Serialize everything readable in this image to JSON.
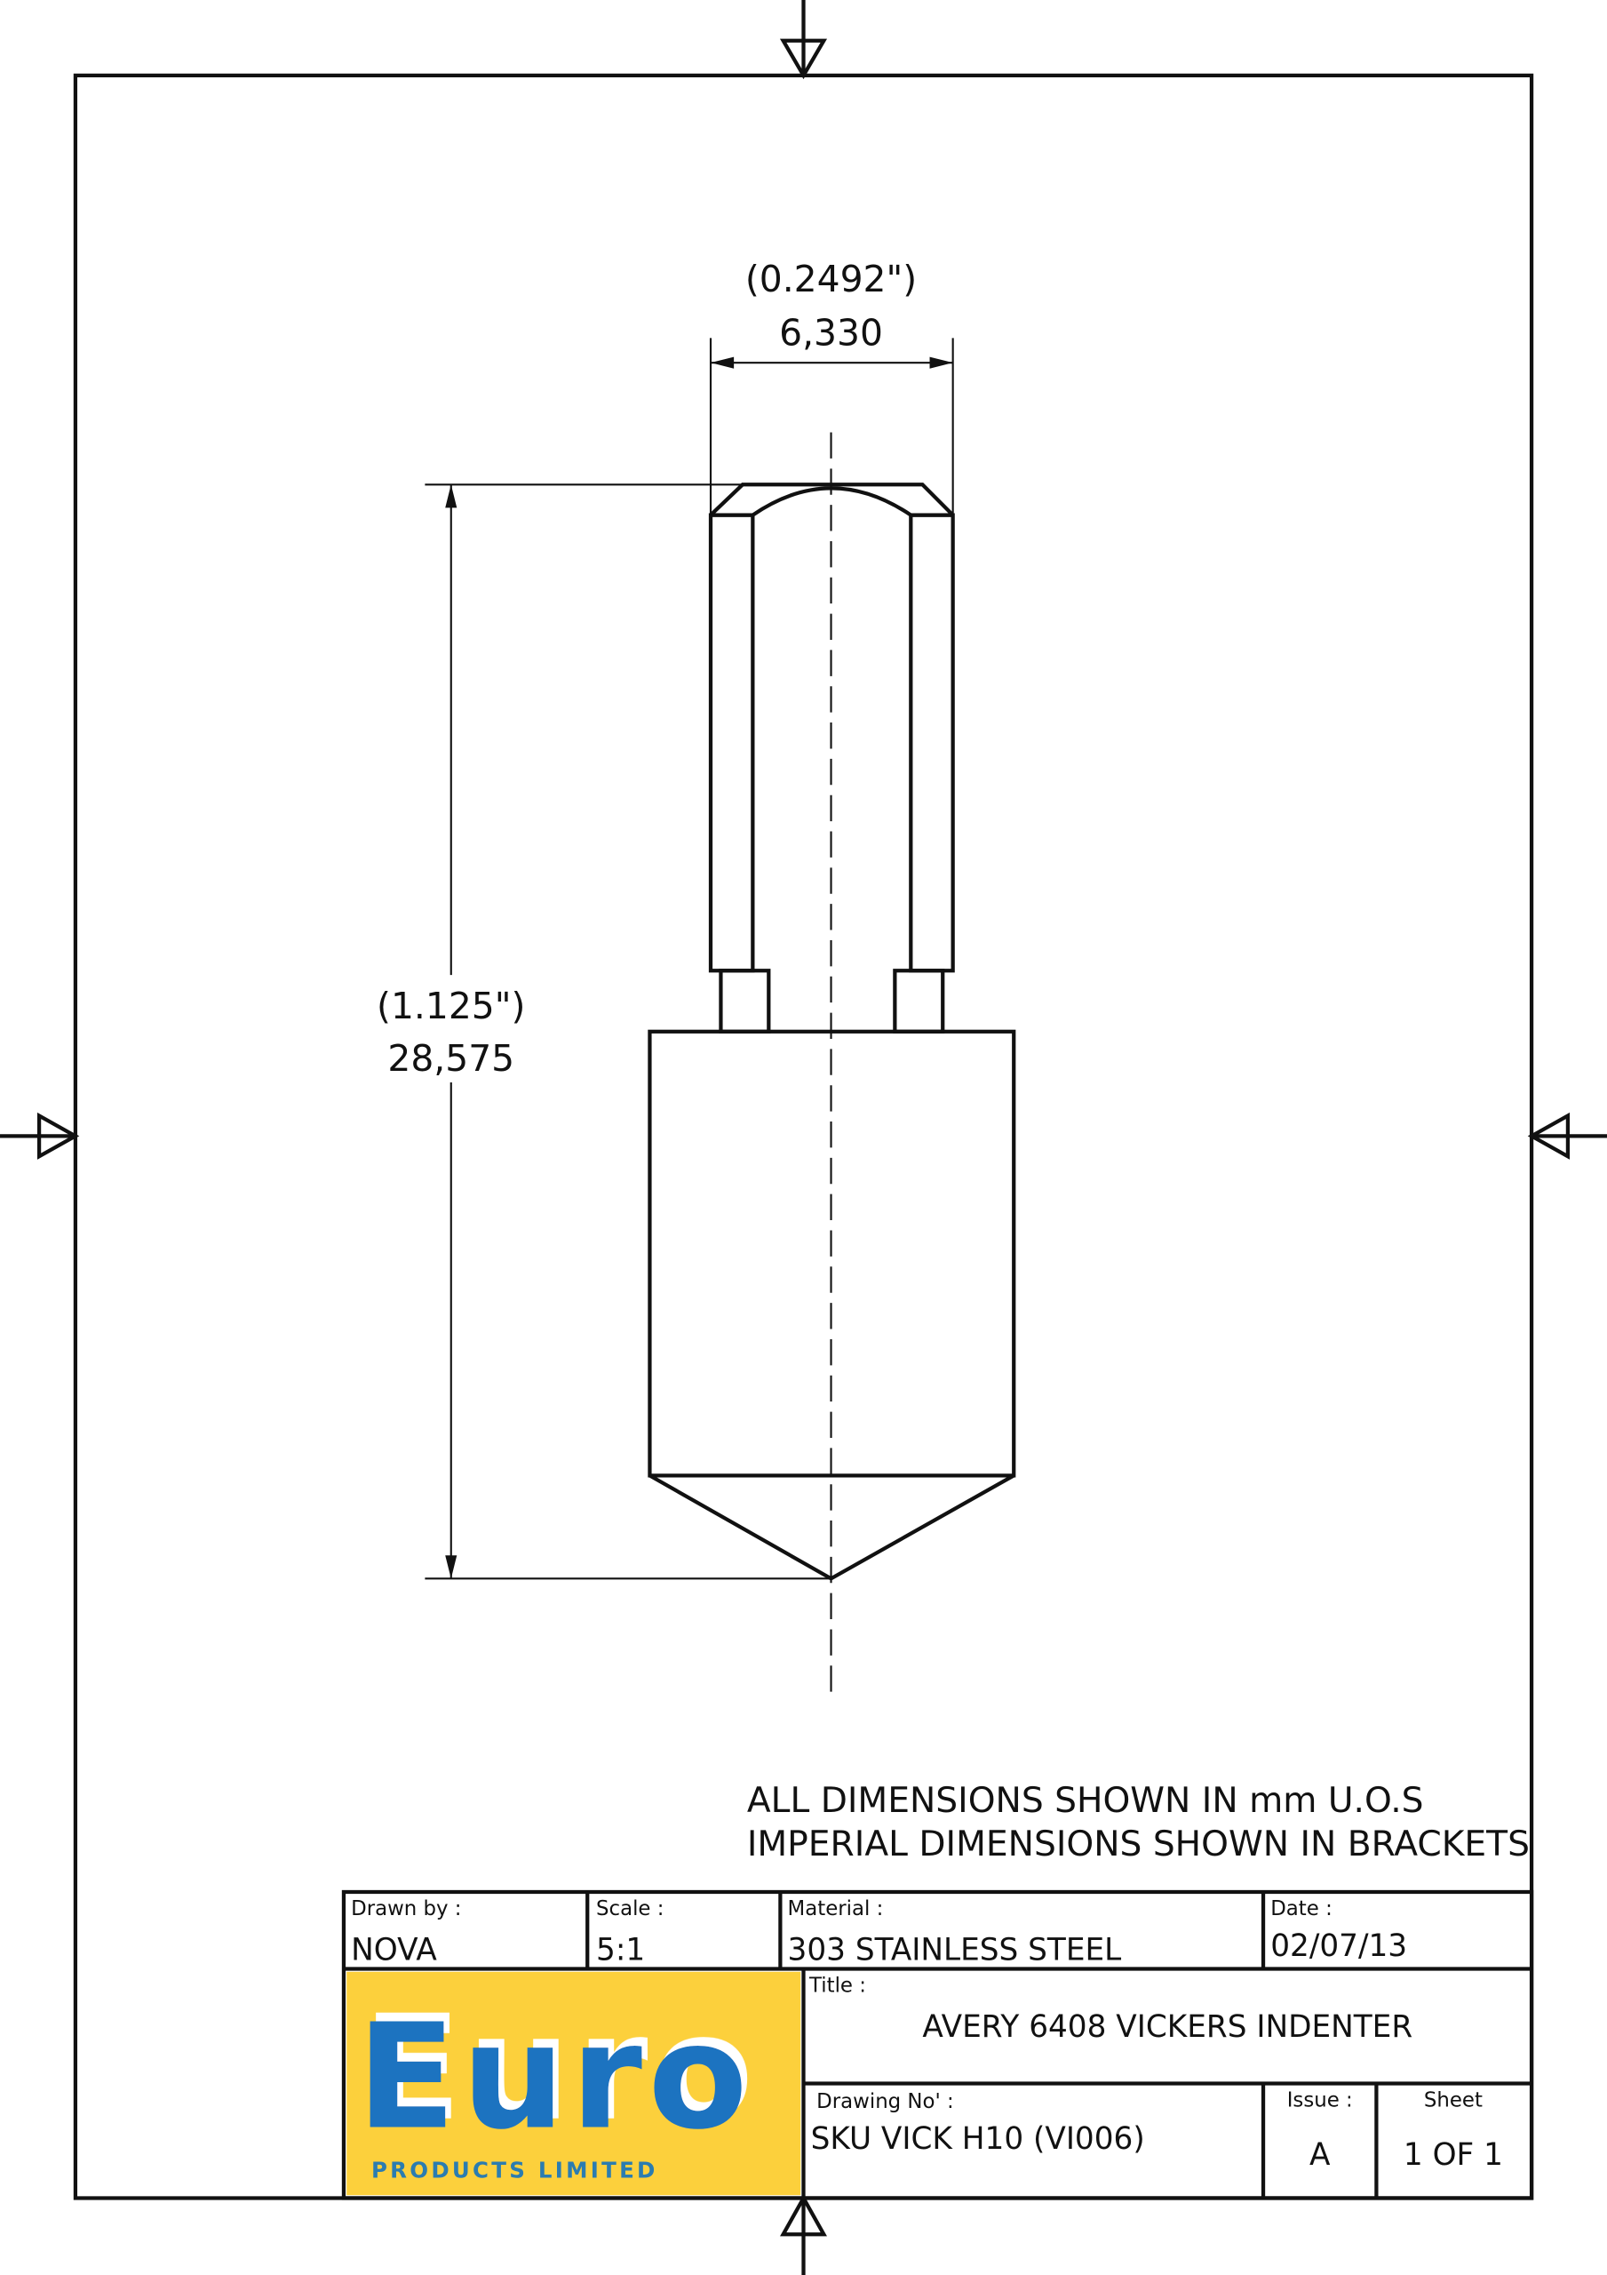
{
  "dimensions": {
    "width_imperial": "(0.2492\")",
    "width_metric": "6,330",
    "length_imperial": "(1.125\")",
    "length_metric": "28,575"
  },
  "notes": [
    "ALL DIMENSIONS SHOWN IN mm U.O.S",
    "IMPERIAL DIMENSIONS SHOWN IN BRACKETS"
  ],
  "title_block": {
    "drawn_by_label": "Drawn by :",
    "drawn_by": "NOVA",
    "scale_label": "Scale :",
    "scale": "5:1",
    "material_label": "Material :",
    "material": "303 STAINLESS STEEL",
    "date_label": "Date :",
    "date": "02/07/13",
    "title_label": "Title :",
    "title": "AVERY 6408 VICKERS INDENTER",
    "drawing_no_label": "Drawing No' :",
    "drawing_no": "SKU VICK H10 (VI006)",
    "issue_label": "Issue :",
    "issue": "A",
    "sheet_label": "Sheet",
    "sheet": "1 OF 1"
  },
  "logo": {
    "word": "Euro",
    "tagline": "PRODUCTS LIMITED",
    "bg_color": "#fcd03c",
    "text_color": "#1f73c0"
  }
}
